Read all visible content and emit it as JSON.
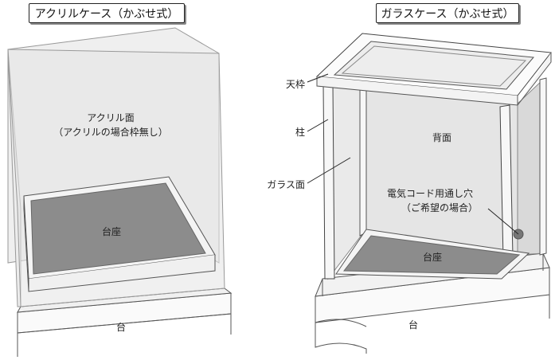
{
  "left": {
    "title": "アクリルケース（かぶせ式）",
    "acrylic_face": "アクリル面",
    "acrylic_note": "（アクリルの場合枠無し）",
    "pedestal": "台座",
    "base": "台"
  },
  "right": {
    "title": "ガラスケース（かぶせ式）",
    "top_frame": "天枠",
    "pillar": "柱",
    "glass_face": "ガラス面",
    "back_face": "背面",
    "cord_hole": "電気コード用通し穴",
    "cord_note": "（ご希望の場合）",
    "pedestal": "台座",
    "base": "台"
  },
  "colors": {
    "line": "#555555",
    "panel": "#e9e9e9",
    "panel_dark": "#d6d6d6",
    "pedestal": "#8c8c8c",
    "cord_hole": "#777777"
  }
}
